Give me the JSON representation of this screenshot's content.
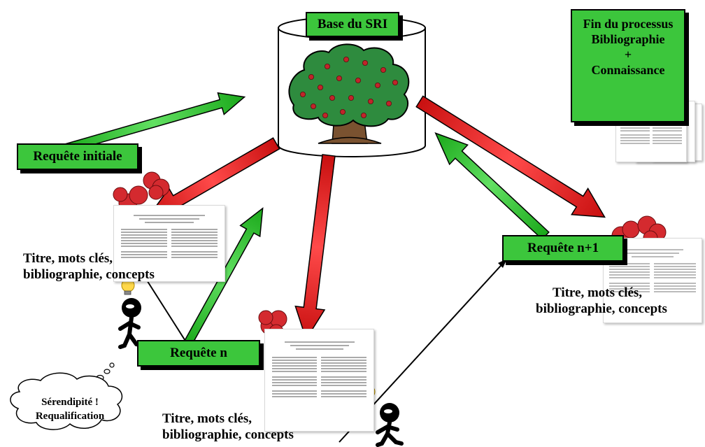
{
  "database": {
    "label": "Base du SRI"
  },
  "end_box": {
    "line1": "Fin du processus",
    "line2": "Bibliographie",
    "line3": "+",
    "line4": "Connaissance"
  },
  "queries": {
    "initial": "Requête initiale",
    "n": "Requête n",
    "n_plus_1": "Requête n+1"
  },
  "descriptors": {
    "left": {
      "line1": "Titre, mots clés,",
      "line2": "bibliographie, concepts"
    },
    "bottom": {
      "line1": "Titre, mots clés,",
      "line2": "bibliographie, concepts"
    },
    "right": {
      "line1": "Titre, mots clés,",
      "line2": "bibliographie, concepts"
    }
  },
  "thought_bubble": {
    "line1": "Sérendipité !",
    "line2": "Requalification"
  },
  "icons": [
    "database-cylinder-icon",
    "tree-icon",
    "raspberry-icon",
    "document-icon",
    "lightbulb-icon",
    "stick-figure-icon"
  ],
  "colors": {
    "green": "#3cc63c",
    "red": "#e02020",
    "tree_leaves": "#2e8b3e",
    "fruit": "#c0252a"
  }
}
